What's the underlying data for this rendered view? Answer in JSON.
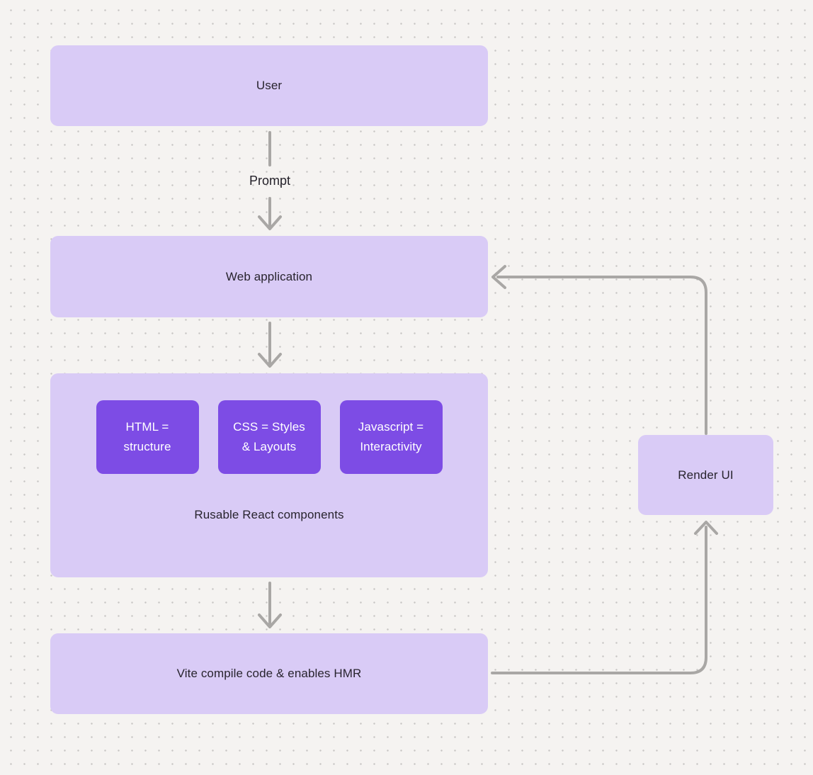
{
  "nodes": {
    "user": {
      "label": "User"
    },
    "web_application": {
      "label": "Web application"
    },
    "components": {
      "label": "Rusable React components",
      "chips": [
        {
          "line1": "HTML =",
          "line2": "structure"
        },
        {
          "line1": "CSS = Styles",
          "line2": "& Layouts"
        },
        {
          "line1": "Javascript =",
          "line2": "Interactivity"
        }
      ]
    },
    "vite": {
      "label": "Vite compile code & enables HMR"
    },
    "render_ui": {
      "label": "Render UI"
    }
  },
  "edges": {
    "prompt_label": "Prompt"
  },
  "colors": {
    "background": "#f5f3f1",
    "node_fill": "#d9cbf6",
    "chip_fill": "#7d4ce5",
    "connector": "#a9a7a5",
    "text_dark": "#28242e",
    "text_light": "#ffffff"
  }
}
